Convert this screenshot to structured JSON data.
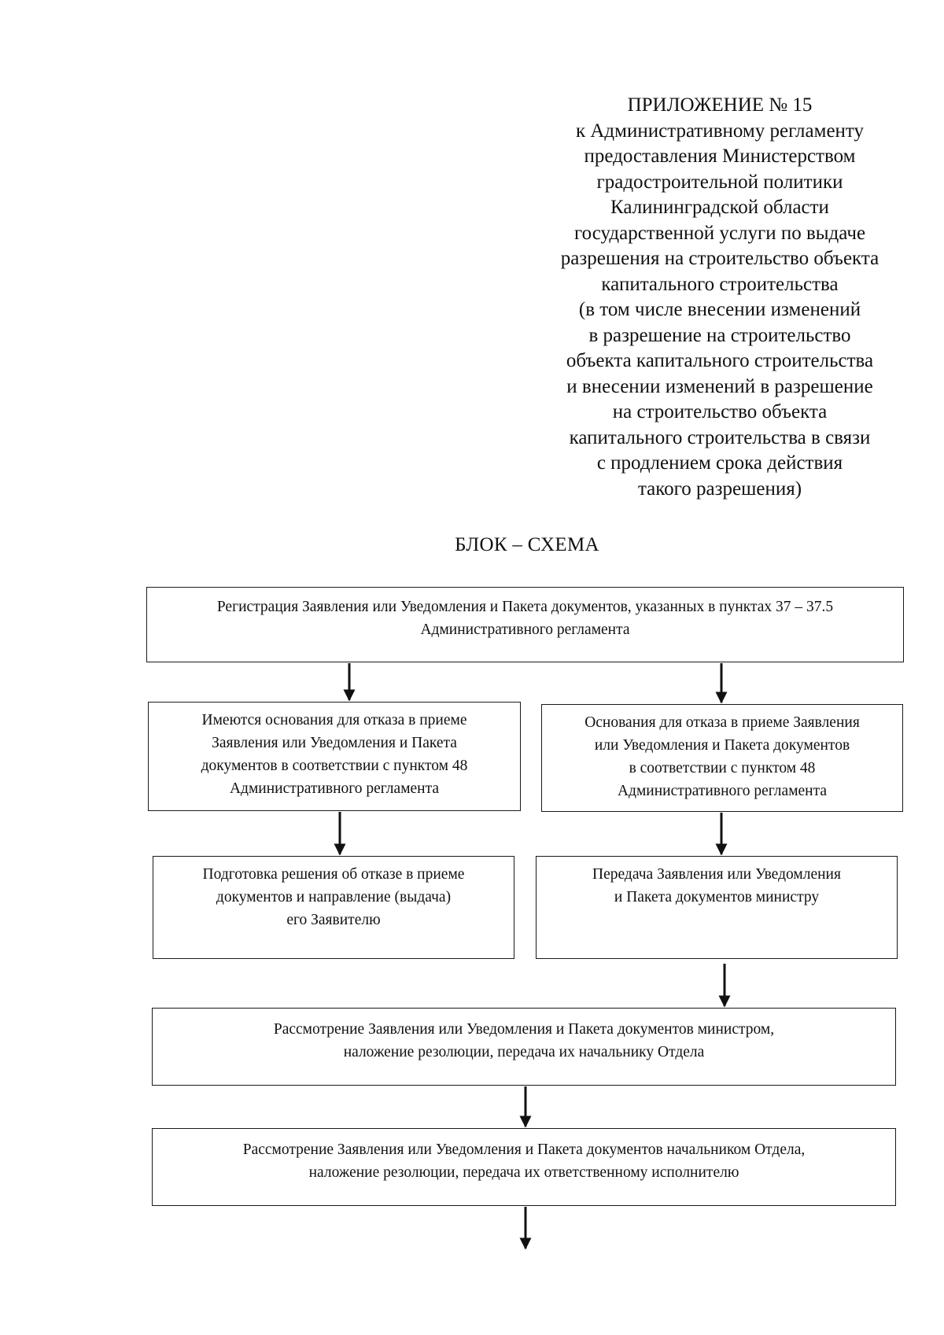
{
  "appendix": {
    "lines": [
      "ПРИЛОЖЕНИЕ № 15",
      "к Административному регламенту",
      "предоставления Министерством",
      "градостроительной политики",
      "Калининградской области",
      "государственной услуги по выдаче",
      "разрешения на строительство объекта",
      "капитального строительства",
      "(в том числе внесении изменений",
      "в разрешение на строительство",
      "объекта капитального строительства",
      "и внесении изменений в разрешение",
      "на строительство объекта",
      "капитального строительства в связи",
      "с продлением срока действия",
      "такого разрешения)"
    ]
  },
  "diagram": {
    "title": "БЛОК – СХЕМА",
    "boxes": {
      "registration": [
        "Регистрация Заявления или Уведомления и Пакета документов, указанных в пунктах 37 – 37.5",
        "Административного регламента"
      ],
      "refusal_grounds_exist": [
        "Имеются основания для отказа в приеме",
        "Заявления или Уведомления и Пакета",
        "документов в соответствии с пунктом 48",
        "Административного регламента"
      ],
      "refusal_grounds_absent": [
        "Основания для отказа в приеме Заявления",
        "или Уведомления и Пакета документов",
        "в соответствии с пунктом 48",
        "Административного регламента"
      ],
      "refusal_preparation": [
        "Подготовка решения об отказе в приеме",
        "документов и направление (выдача)",
        "его Заявителю"
      ],
      "transfer_to_minister": [
        "Передача Заявления или Уведомления",
        "и Пакета документов министру"
      ],
      "minister_review": [
        "Рассмотрение Заявления или Уведомления и Пакета документов министром,",
        "наложение резолюции, передача их начальнику Отдела"
      ],
      "head_review": [
        "Рассмотрение Заявления или Уведомления и Пакета документов начальником Отдела,",
        "наложение резолюции, передача их ответственному исполнителю"
      ]
    }
  }
}
